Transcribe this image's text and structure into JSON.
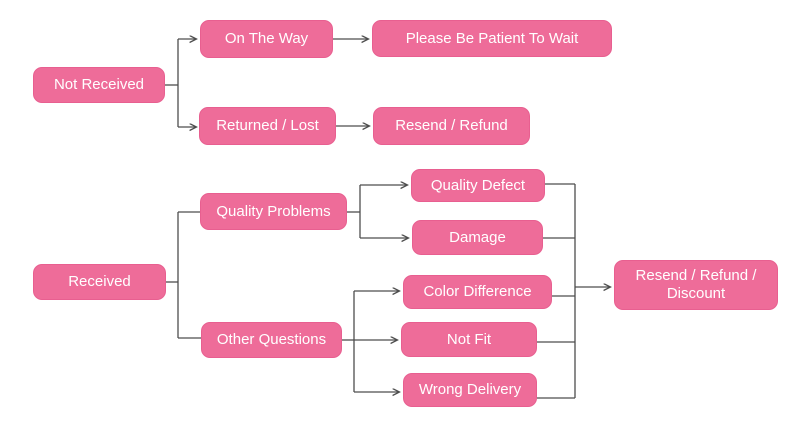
{
  "diagram": {
    "type": "flowchart",
    "colors": {
      "node_fill": "#ee6c99",
      "node_border": "#e85f90",
      "node_text": "#ffffff",
      "connector": "#4d4d4d",
      "background": "#ffffff"
    },
    "nodes": [
      {
        "id": "not-received",
        "label": "Not Received"
      },
      {
        "id": "on-the-way",
        "label": "On The Way"
      },
      {
        "id": "please-be-patient",
        "label": "Please Be Patient To Wait"
      },
      {
        "id": "returned-lost",
        "label": "Returned / Lost"
      },
      {
        "id": "resend-refund",
        "label": "Resend / Refund"
      },
      {
        "id": "received",
        "label": "Received"
      },
      {
        "id": "quality-problems",
        "label": "Quality Problems"
      },
      {
        "id": "quality-defect",
        "label": "Quality Defect"
      },
      {
        "id": "damage",
        "label": "Damage"
      },
      {
        "id": "other-questions",
        "label": "Other Questions"
      },
      {
        "id": "color-difference",
        "label": "Color Difference"
      },
      {
        "id": "not-fit",
        "label": "Not Fit"
      },
      {
        "id": "wrong-delivery",
        "label": "Wrong Delivery"
      },
      {
        "id": "resend-refund-discount",
        "label": "Resend / Refund / Discount"
      }
    ],
    "edges": [
      {
        "from": "not-received",
        "to": "on-the-way",
        "arrow": true
      },
      {
        "from": "not-received",
        "to": "returned-lost",
        "arrow": true
      },
      {
        "from": "on-the-way",
        "to": "please-be-patient",
        "arrow": true
      },
      {
        "from": "returned-lost",
        "to": "resend-refund",
        "arrow": true
      },
      {
        "from": "received",
        "to": "quality-problems",
        "arrow": false
      },
      {
        "from": "received",
        "to": "other-questions",
        "arrow": false
      },
      {
        "from": "quality-problems",
        "to": "quality-defect",
        "arrow": true
      },
      {
        "from": "quality-problems",
        "to": "damage",
        "arrow": true
      },
      {
        "from": "other-questions",
        "to": "color-difference",
        "arrow": true
      },
      {
        "from": "other-questions",
        "to": "not-fit",
        "arrow": true
      },
      {
        "from": "other-questions",
        "to": "wrong-delivery",
        "arrow": true
      },
      {
        "from": "quality-defect",
        "to": "resend-refund-discount",
        "arrow": true
      },
      {
        "from": "damage",
        "to": "resend-refund-discount",
        "arrow": true
      },
      {
        "from": "color-difference",
        "to": "resend-refund-discount",
        "arrow": true
      },
      {
        "from": "not-fit",
        "to": "resend-refund-discount",
        "arrow": true
      },
      {
        "from": "wrong-delivery",
        "to": "resend-refund-discount",
        "arrow": true
      }
    ]
  }
}
